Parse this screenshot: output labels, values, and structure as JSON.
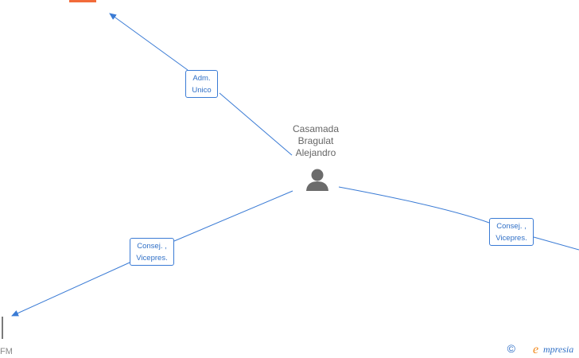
{
  "person": {
    "name_line1": "Casamada",
    "name_line2": "Bragulat",
    "name_line3": "Alejandro"
  },
  "edges": [
    {
      "id": "adm",
      "line1": "Adm.",
      "line2": "Unico"
    },
    {
      "id": "left",
      "line1": "Consej. ,",
      "line2": "Vicepres."
    },
    {
      "id": "right",
      "line1": "Consej. ,",
      "line2": "Vicepres."
    }
  ],
  "bottom_left_text": "FM",
  "watermark": {
    "copyright_symbol": "©",
    "brand": "mpresia",
    "brand_initial": "e"
  },
  "colors": {
    "line": "#3a7bd5",
    "person_icon": "#6b6b6b",
    "company_icon_orange": "#f26b3a",
    "text_gray": "#666666"
  }
}
